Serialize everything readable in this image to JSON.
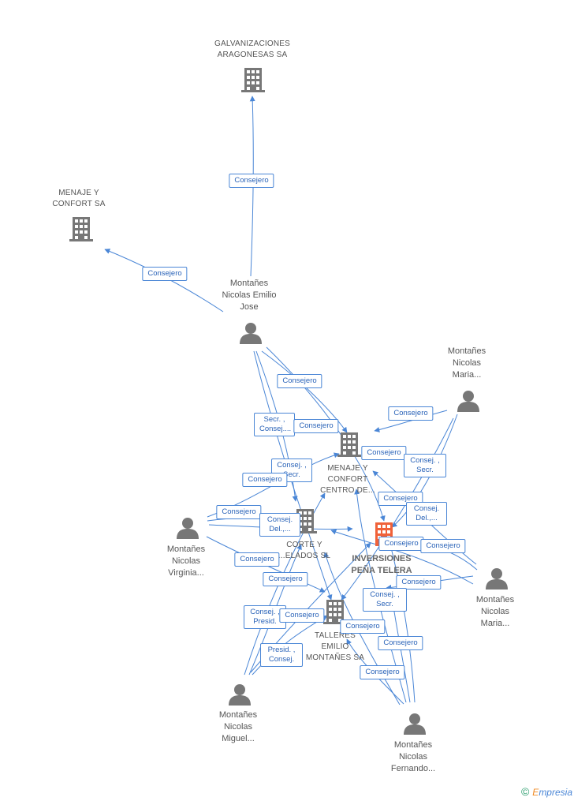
{
  "nodes": {
    "galvanizaciones": {
      "name": "GALVANIZACIONES ARAGONESAS SA",
      "type": "company"
    },
    "menaje_confort": {
      "name": "MENAJE Y CONFORT SA",
      "type": "company"
    },
    "menaje_centro": {
      "name": "MENAJE Y CONFORT CENTRO DE...",
      "type": "company"
    },
    "corte_helados": {
      "name": "CORTE Y ...ELADOS SL",
      "type": "company"
    },
    "inversiones": {
      "name": "INVERSIONES PEÑA TELERA",
      "type": "company-main"
    },
    "talleres": {
      "name": "TALLERES EMILIO MONTAÑES SA",
      "type": "company"
    },
    "emilio_jose": {
      "name": "Montañes Nicolas Emilio Jose",
      "type": "person"
    },
    "maria_top": {
      "name": "Montañes Nicolas Maria...",
      "type": "person"
    },
    "virginia": {
      "name": "Montañes Nicolas Virginia...",
      "type": "person"
    },
    "maria_right": {
      "name": "Montañes Nicolas Maria...",
      "type": "person"
    },
    "miguel": {
      "name": "Montañes Nicolas Miguel...",
      "type": "person"
    },
    "fernando": {
      "name": "Montañes Nicolas Fernando...",
      "type": "person"
    }
  },
  "relations": [
    {
      "label": "Consejero"
    },
    {
      "label": "Consejero"
    },
    {
      "label": "Consejero"
    },
    {
      "label": "Consejero"
    },
    {
      "label": "Secr. , Consej...."
    },
    {
      "label": "Consejero"
    },
    {
      "label": "Consejero"
    },
    {
      "label": "Consej. , Secr."
    },
    {
      "label": "Consej. , Secr."
    },
    {
      "label": "Consejero"
    },
    {
      "label": "Consejero"
    },
    {
      "label": "Consejero"
    },
    {
      "label": "Consej. Del.,..."
    },
    {
      "label": "Consej. Del.,..."
    },
    {
      "label": "Consejero"
    },
    {
      "label": "Consejero"
    },
    {
      "label": "Consejero"
    },
    {
      "label": "Consejero"
    },
    {
      "label": "Consejero"
    },
    {
      "label": "Consej. , Secr."
    },
    {
      "label": "Consej. , Presid."
    },
    {
      "label": "Consejero"
    },
    {
      "label": "Consejero"
    },
    {
      "label": "Consejero"
    },
    {
      "label": "Presid. , Consej."
    },
    {
      "label": "Consejero"
    }
  ],
  "footer": {
    "copyright": "©",
    "brand_e": "E",
    "brand_rest": "mpresia"
  },
  "colors": {
    "edge": "#4a86d6",
    "icon": "#777777",
    "main_icon": "#f0623a"
  }
}
